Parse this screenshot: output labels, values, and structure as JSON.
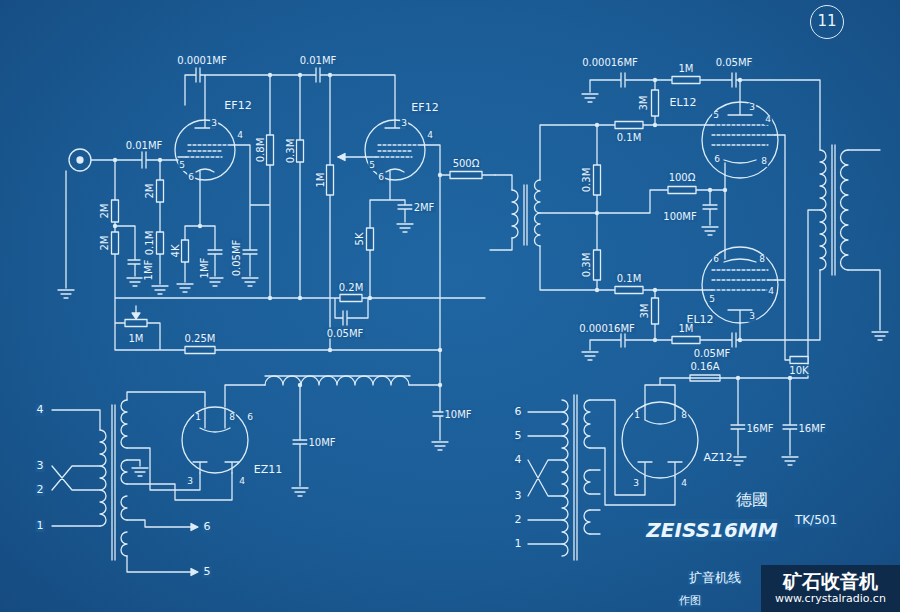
{
  "diagram": {
    "nodes": [
      {
        "text": [
          "11"
        ]
      },
      {
        "text": [
          "矿石收音机",
          "www.crystalradio.cn"
        ]
      }
    ],
    "labels": [
      "0.0001MF",
      "0.01MF",
      "EF12",
      "EF12",
      "0.01MF",
      "2M",
      "2M",
      "2M",
      "1MF",
      "0.1M",
      "4K",
      "0.05MF",
      "1MF",
      "0.8M",
      "0.3M",
      "1M",
      "2MF",
      "5K",
      "500Ω",
      "0.2M",
      "0.05MF",
      "1M",
      "0.25M",
      "10MF",
      "10MF",
      "EZ11",
      "3",
      "5",
      "6",
      "4",
      "3",
      "4",
      "5",
      "6",
      "1",
      "8",
      "6",
      "3",
      "4",
      "4",
      "3",
      "2",
      "1",
      "6",
      "5",
      "0.00016MF",
      "1M",
      "0.05MF",
      "3M",
      "0.1M",
      "EL12",
      "0.3M",
      "100Ω",
      "100MF",
      "0.3M",
      "0.1M",
      "EL12",
      "3M",
      "0.00016MF",
      "1M",
      "0.05MF",
      "10K",
      "0.16A",
      "16MF",
      "16MF",
      "AZ12",
      "3",
      "5",
      "4",
      "6",
      "8",
      "6",
      "8",
      "5",
      "4",
      "3",
      "1",
      "8",
      "3",
      "4",
      "6",
      "5",
      "4",
      "3",
      "2",
      "1",
      "德國",
      "ZEISS16MM",
      "TK/501",
      "扩音机线",
      "作图"
    ]
  }
}
